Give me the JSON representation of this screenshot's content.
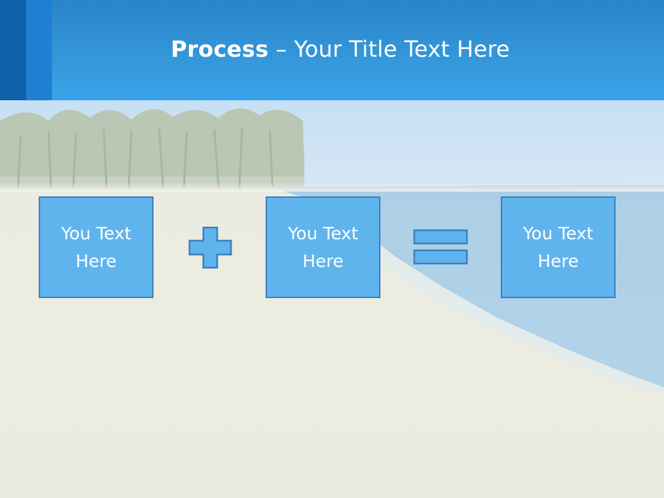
{
  "slide": {
    "title_bold": "Process",
    "title_rest": " – Your Title Text Here"
  },
  "process": {
    "boxes": [
      {
        "text": "You Text Here"
      },
      {
        "text": "You Text Here"
      },
      {
        "text": "You Text Here"
      }
    ],
    "operators": [
      {
        "icon": "plus-icon"
      },
      {
        "icon": "equals-icon"
      }
    ]
  },
  "colors": {
    "header": "#3396d9",
    "box_fill": "#5fb4ee",
    "box_border": "#3d7fbd",
    "text": "#ffffff"
  }
}
